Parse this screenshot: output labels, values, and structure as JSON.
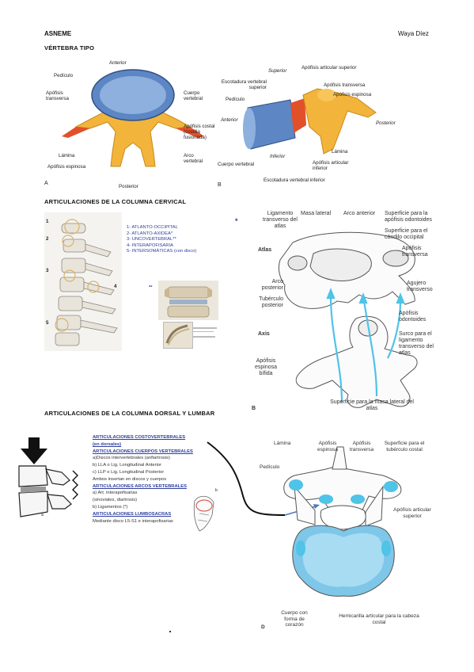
{
  "header": {
    "left": "ASNEME",
    "right": "Waya Díez"
  },
  "section1": {
    "title": "VÉRTEBRA TIPO",
    "figA": {
      "panel_letter": "A",
      "anterior": "Anterior",
      "posterior": "Posterior",
      "pediculo": "Pedículo",
      "apofisis_transversa": "Apófisis transversa",
      "cuerpo_vertebral": "Cuerpo vertebral",
      "apofisis_costal": "Apófisis costal (costilla fusionada)",
      "lamina": "Lámina",
      "arco_vertebral": "Arco vertebral",
      "apofisis_espinosa": "Apófisis espinosa"
    },
    "figB": {
      "panel_letter": "B",
      "superior": "Superior",
      "apofisis_articular_superior": "Apófisis articular superior",
      "escotadura_superior": "Escotadura vertebral superior",
      "apofisis_transversa": "Apófisis transversa",
      "pediculo": "Pedículo",
      "apofisis_espinosa": "Apófisis espinosa",
      "anterior": "Anterior",
      "posterior": "Posterior",
      "inferior": "Inferior",
      "lamina": "Lámina",
      "cuerpo_vertebral": "Cuerpo vertebral",
      "apofisis_articular_inferior": "Apófisis articular inferior",
      "escotadura_inferior": "Escotadura vertebral inferior"
    }
  },
  "section2": {
    "title": "ARTICULACIONES DE LA COLUMNA CERVICAL",
    "numbers": [
      "1",
      "2",
      "3",
      "4",
      "5"
    ],
    "list": [
      "1- ATLANTO-OCCIPITAL",
      "2- ATLANTO-AXIDEA*",
      "3- UNCOVERTEBRAL**",
      "4- INTERAPOFISARIA",
      "5- INTERSOMÁTICAS (con disco)"
    ],
    "double_star": "**",
    "star": "*",
    "atlas_axis": {
      "ligamento_transverso": "Ligamento transverso del atlas",
      "masa_lateral": "Masa lateral",
      "arco_anterior": "Arco anterior",
      "superficie_odontoides": "Superficie para la apófisis odontoides",
      "superficie_condilo": "Superficie para el cóndilo occipital",
      "atlas": "Atlas",
      "apofisis_transversa": "Apófisis transversa",
      "arco_posterior": "Arco posterior",
      "tuberculo_posterior": "Tubérculo posterior",
      "agujero_transverso": "Agujero transverso",
      "apofisis_odontoides": "Apófisis odontoides",
      "axis": "Axis",
      "surco": "Surco para el ligamento transverso del atlas",
      "apofisis_espinosa_bifida": "Apófisis espinosa bífida",
      "superficie_masa_lateral": "Superficie para la masa lateral del atlas",
      "panel_letter": "B"
    }
  },
  "section3": {
    "title": "ARTICULACIONES DE LA COLUMNA DORSAL Y LUMBAR",
    "list": [
      {
        "text": "ARTICULACIONES COSTOVERTEBRALES",
        "style": "u"
      },
      {
        "text": "(en dorsales)",
        "style": "u"
      },
      {
        "text": "ARTICULACIONES CUERPOS VERTEBRALES",
        "style": "u"
      },
      {
        "text": "a)Discos intervertebrales (anfiartrosis)",
        "style": "n"
      },
      {
        "text": "b) LLA o Lig. Longitudinal Anterior",
        "style": "n"
      },
      {
        "text": "c) LLP o Lig. Longitudinal Posterior",
        "style": "n"
      },
      {
        "text": "Ambos insertan en discos y cuerpos",
        "style": "n"
      },
      {
        "text": "ARTICULACIONES ARCOS VERTEBRALES",
        "style": "u"
      },
      {
        "text": "a) Art. interapofisarias",
        "style": "n"
      },
      {
        "text": "(sinoviales, diartrosis)",
        "style": "n"
      },
      {
        "text": "b) Ligamentos (*)",
        "style": "n"
      },
      {
        "text": "ARTICULACIONES LUMBOSACRAS",
        "style": "u"
      },
      {
        "text": "Mediante disco L5-S1 e interapofisarias",
        "style": "n"
      }
    ],
    "small_a": "a",
    "small_b": "b",
    "dorsal": {
      "lamina": "Lámina",
      "apofisis_espinosa": "Apófisis espinosa",
      "apofisis_transversa": "Apófisis transversa",
      "superficie_tuberculo": "Superficie para el tubérculo costal",
      "pediculo": "Pedículo",
      "apofisis_articular_superior": "Apófisis articular superior",
      "cuerpo_corazon": "Cuerpo con forma de corazón",
      "hemicarilla": "Hemicarilla articular para la cabeza costal",
      "panel_letter": "D"
    }
  },
  "colors": {
    "body_blue": "#5d86c4",
    "bone_yellow": "#f2b43a",
    "costal_red": "#e2502a",
    "cyan": "#4fc3e8",
    "link_blue": "#2e3f9e"
  }
}
